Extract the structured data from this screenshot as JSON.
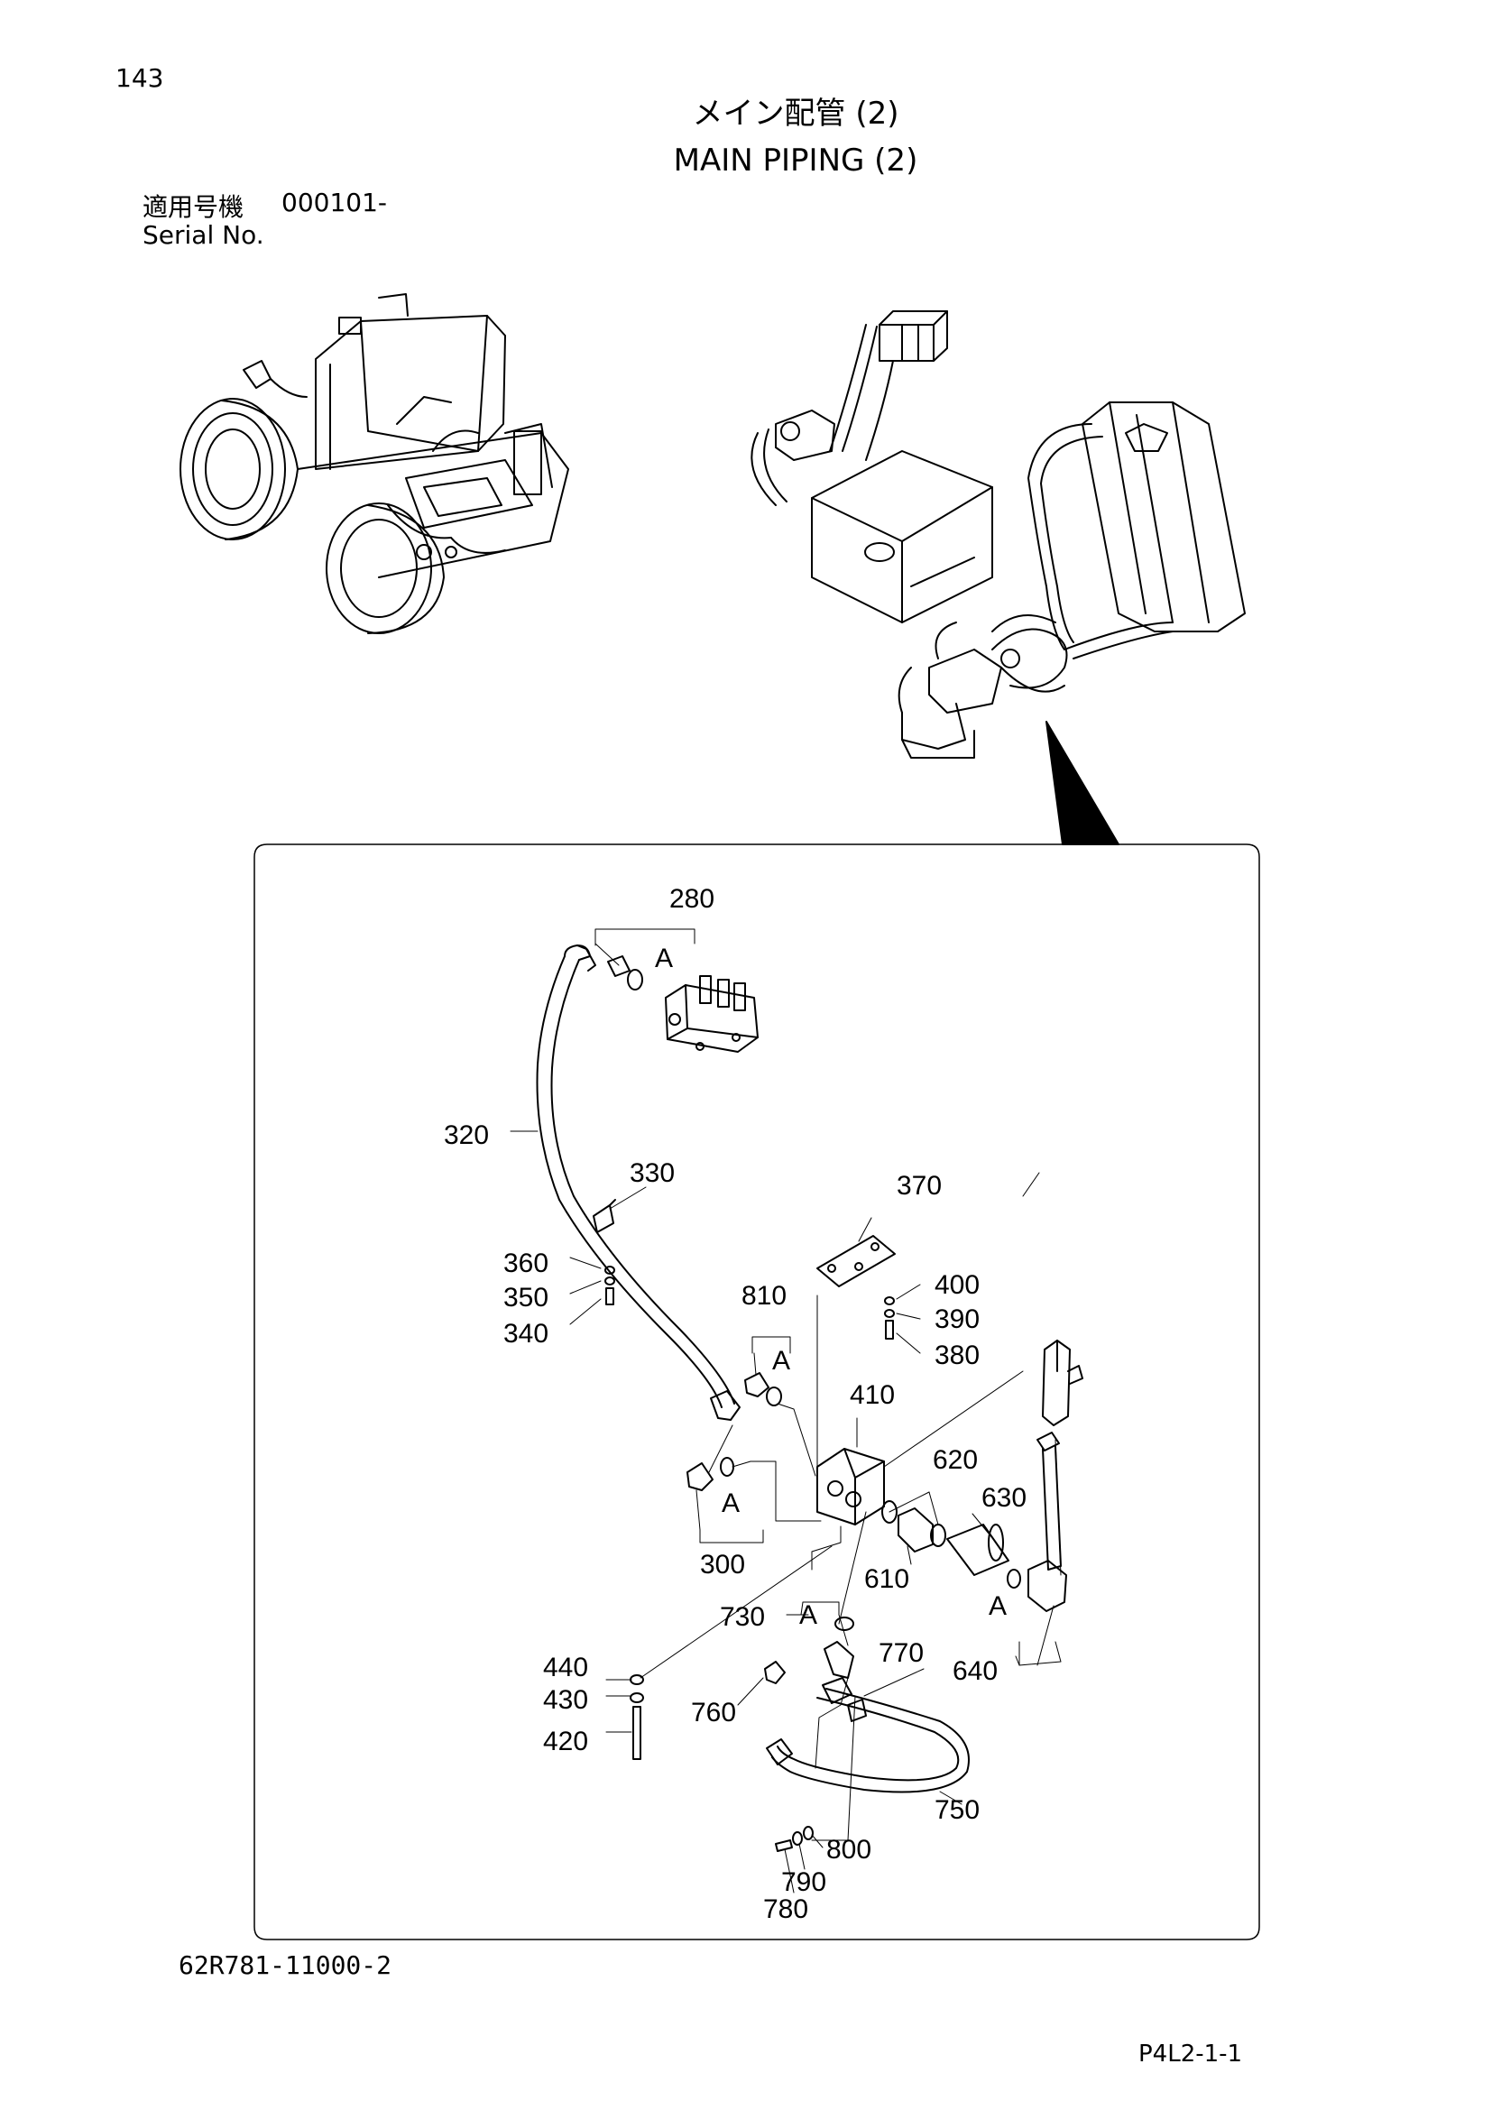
{
  "header": {
    "page_number": "143",
    "title_jp": "メイン配管 (2)",
    "title_en": "MAIN PIPING (2)",
    "serial_label_jp": "適用号機",
    "serial_value": "000101-",
    "serial_label_en": "Serial No."
  },
  "footer": {
    "doc_code": "62R781-11000-2",
    "page_ref": "P4L2-1-1"
  },
  "callouts": {
    "p280": "280",
    "p320": "320",
    "p330": "330",
    "p360": "360",
    "p350": "350",
    "p340": "340",
    "p370": "370",
    "p400": "400",
    "p390": "390",
    "p380": "380",
    "p810": "810",
    "p410": "410",
    "p620": "620",
    "p630": "630",
    "p300": "300",
    "p610": "610",
    "p730": "730",
    "p770": "770",
    "p640": "640",
    "p440": "440",
    "p430": "430",
    "p420": "420",
    "p760": "760",
    "p750": "750",
    "p800": "800",
    "p790": "790",
    "p780": "780"
  },
  "joint_markers": {
    "a1": "A",
    "a2": "A",
    "a3": "A",
    "a4": "A",
    "a5": "A"
  }
}
